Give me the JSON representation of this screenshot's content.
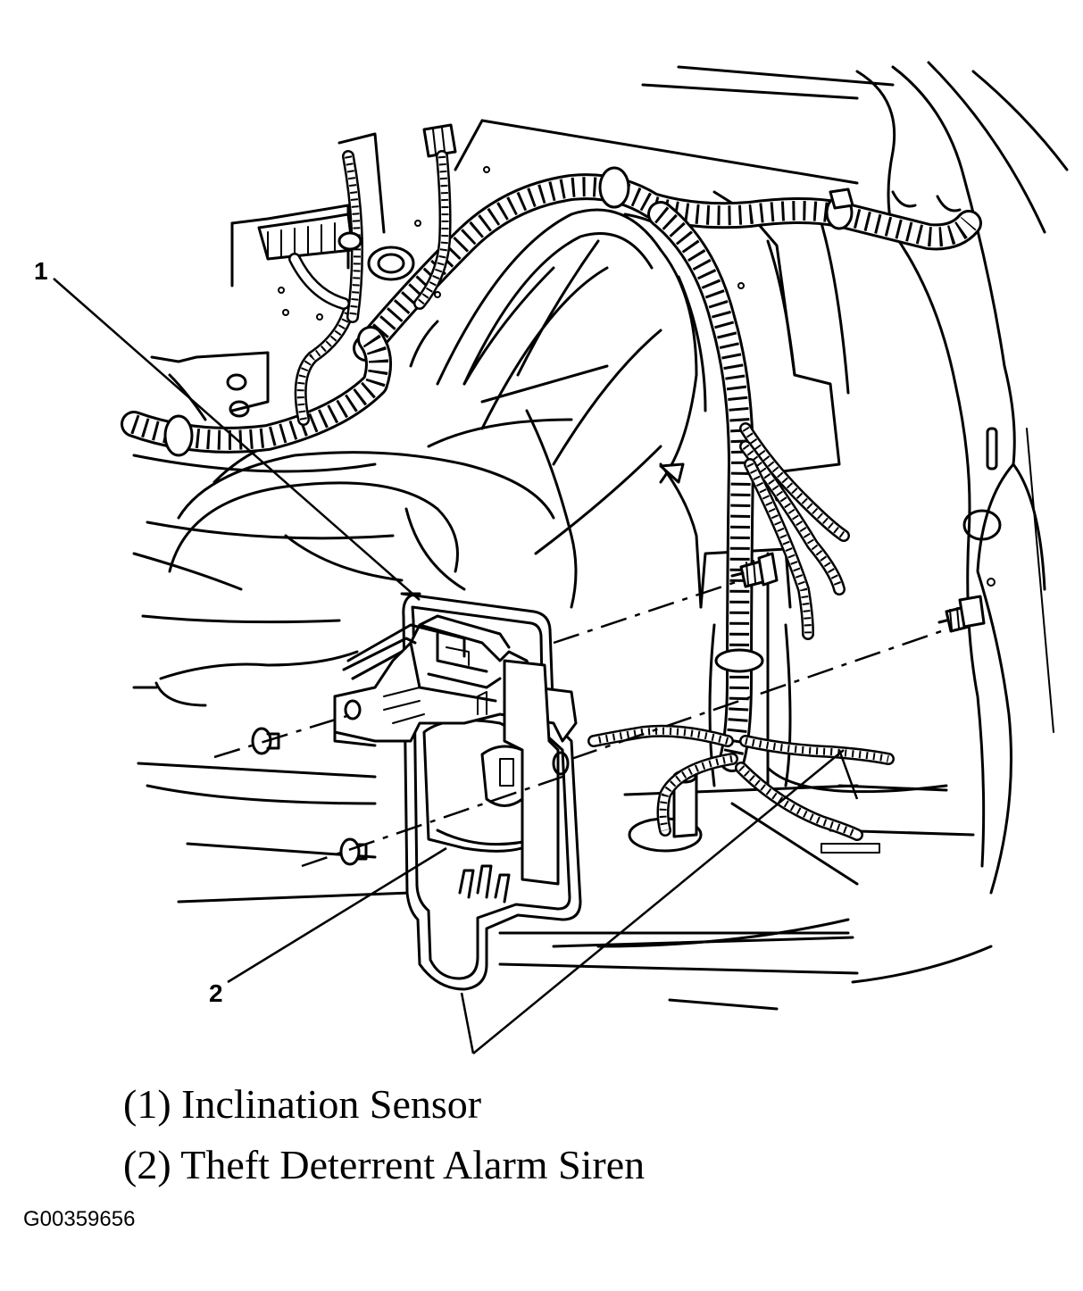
{
  "callouts": [
    {
      "number": "1",
      "part": "Inclination Sensor"
    },
    {
      "number": "2",
      "part": "Theft Deterrent Alarm Siren"
    }
  ],
  "legend": [
    "(1) Inclination Sensor",
    "(2) Theft Deterrent Alarm Siren"
  ],
  "figure_id": "G00359656"
}
